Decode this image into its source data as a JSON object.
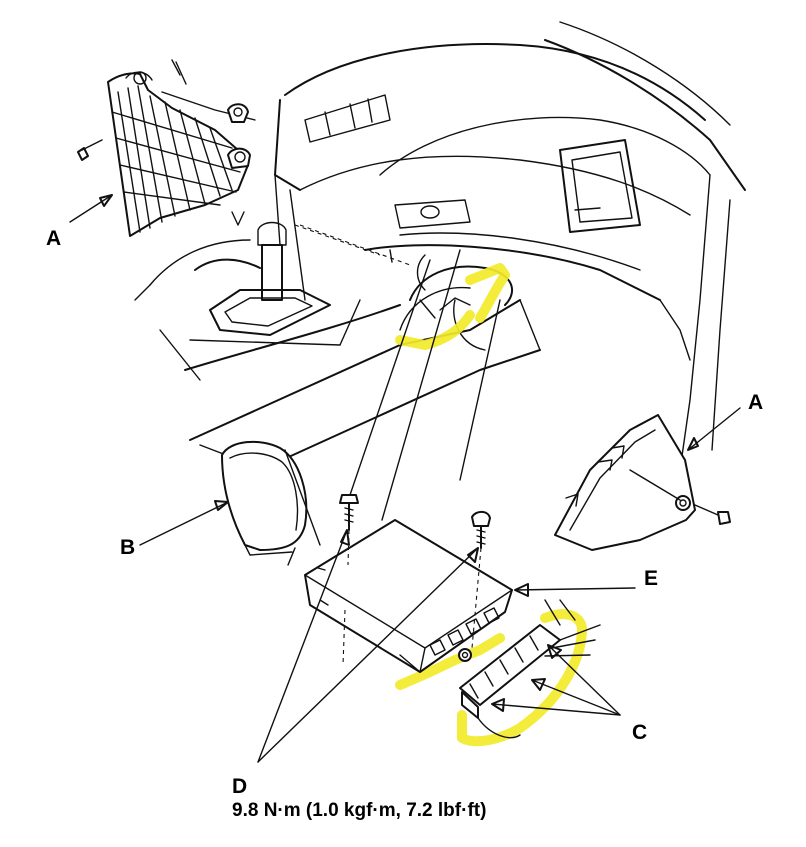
{
  "callouts": {
    "a_left": "A",
    "a_right": "A",
    "b": "B",
    "c": "C",
    "d": "D",
    "e": "E"
  },
  "torque": "9.8 N·m (1.0 kgf·m, 7.2 lbf·ft)",
  "colors": {
    "line": "#111111",
    "highlight": "#f3ea2a",
    "background": "#ffffff"
  }
}
